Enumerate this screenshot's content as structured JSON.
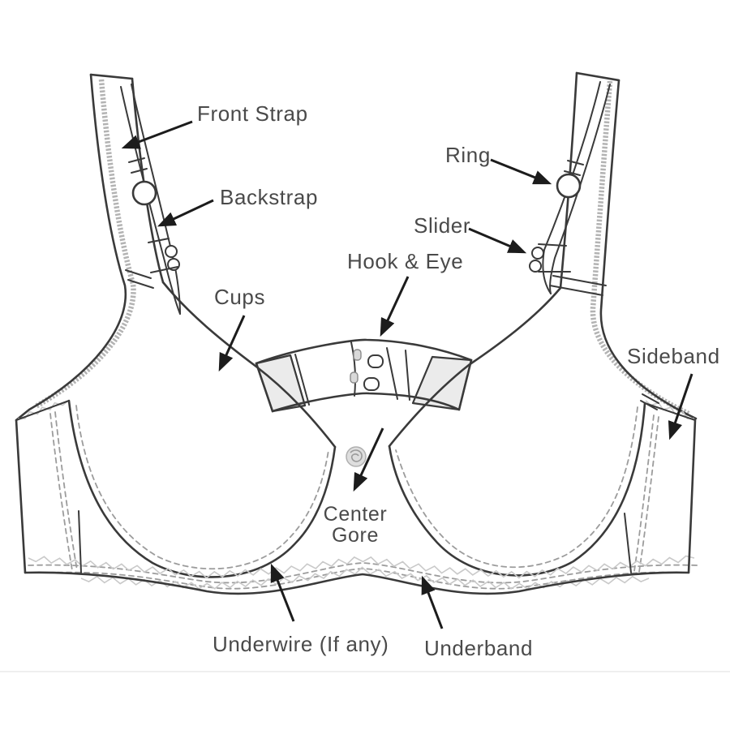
{
  "diagram": {
    "labels": {
      "front_strap": "Front Strap",
      "backstrap": "Backstrap",
      "ring": "Ring",
      "slider": "Slider",
      "hook_eye": "Hook & Eye",
      "cups": "Cups",
      "sideband": "Sideband",
      "center_gore": "Center Gore",
      "underwire": "Underwire (If any)",
      "underband": "Underband"
    },
    "colors": {
      "background": "#ffffff",
      "line": "#3a3a3a",
      "label_text": "#4a4a4a",
      "arrow": "#1c1c1c",
      "shading": "#ebebeb",
      "stipple": "#b3b3b3",
      "stitch": "#c9c9c9",
      "dash": "#9c9c9c",
      "faint": "#efefef"
    }
  }
}
